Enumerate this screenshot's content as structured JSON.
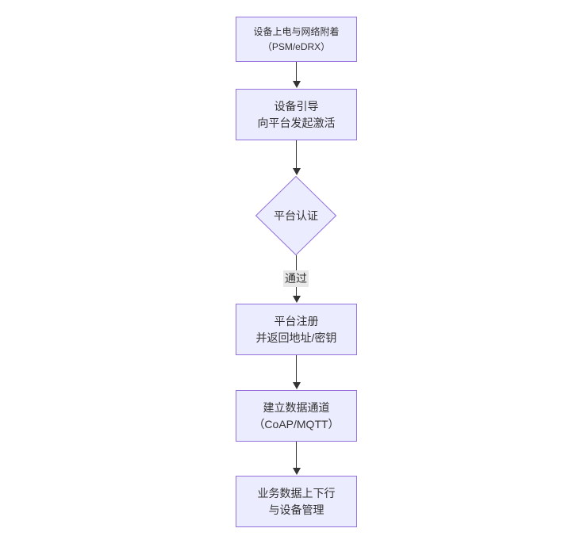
{
  "diagram": {
    "type": "flowchart",
    "direction": "top-down",
    "nodes": [
      {
        "shape": "rect",
        "lines": [
          "设备上电与网络附着",
          "（PSM/eDRX）"
        ]
      },
      {
        "shape": "rect",
        "lines": [
          "设备引导",
          "向平台发起激活"
        ]
      },
      {
        "shape": "diamond",
        "lines": [
          "平台认证"
        ]
      },
      {
        "shape": "rect",
        "lines": [
          "平台注册",
          "并返回地址/密钥"
        ]
      },
      {
        "shape": "rect",
        "lines": [
          "建立数据通道",
          "（CoAP/MQTT）"
        ]
      },
      {
        "shape": "rect",
        "lines": [
          "业务数据上下行",
          "与设备管理"
        ]
      }
    ],
    "edges": [
      {
        "from": 0,
        "to": 1,
        "label": ""
      },
      {
        "from": 1,
        "to": 2,
        "label": ""
      },
      {
        "from": 2,
        "to": 3,
        "label": "通过"
      },
      {
        "from": 3,
        "to": 4,
        "label": ""
      },
      {
        "from": 4,
        "to": 5,
        "label": ""
      }
    ],
    "colors": {
      "background": "#ffffff",
      "node_fill": "#ECECFF",
      "node_border": "#9370DB",
      "text": "#333333",
      "arrow": "#333333",
      "edge_label_bg": "#e8e8e8"
    }
  }
}
